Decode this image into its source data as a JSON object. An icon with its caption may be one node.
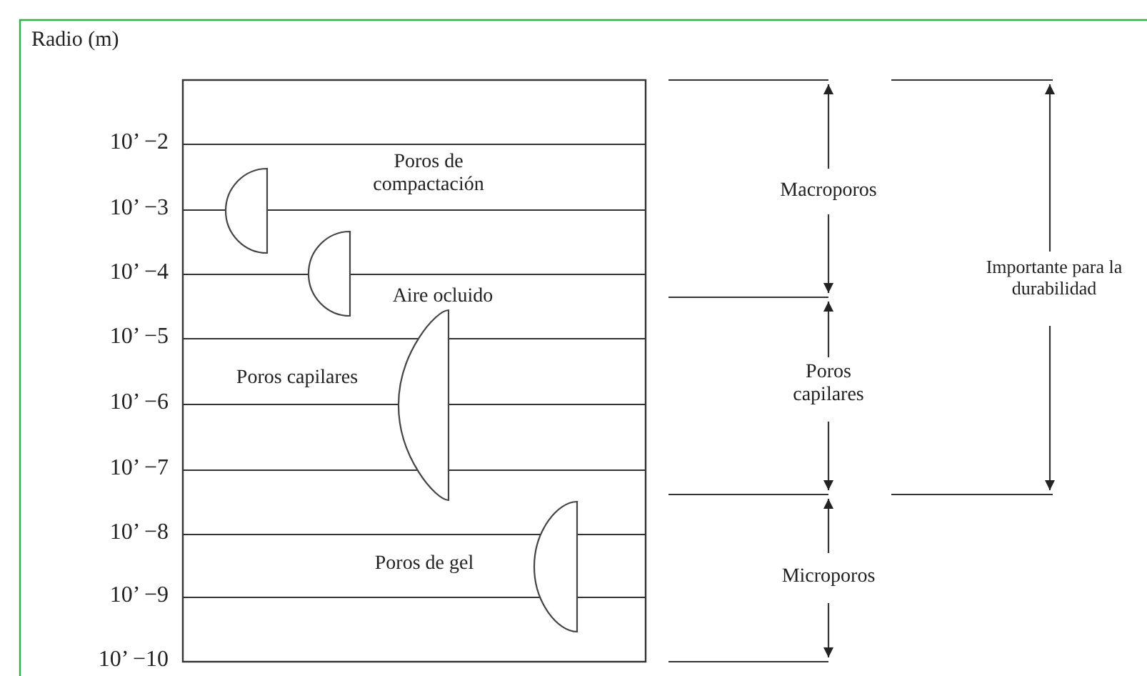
{
  "diagram": {
    "labels": [
      "Radio (m)",
      "10’ −2",
      "10’ −3",
      "10’ −4",
      "10’ −5",
      "10’ −6",
      "10’ −7",
      "10’ −8",
      "10’ −9",
      "10’ −10",
      "Poros de compactación",
      "Aire ocluido",
      "Poros capilares",
      "Poros de gel",
      "Macroporos",
      "Poros capilares",
      "Microporos",
      "Importante para la durabilidad"
    ]
  }
}
